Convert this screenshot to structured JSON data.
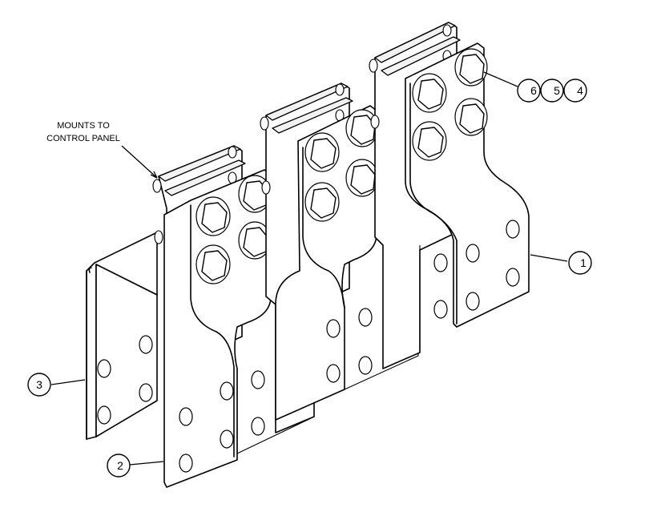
{
  "note": {
    "line1": "MOUNTS TO",
    "line2": "CONTROL PANEL"
  },
  "callouts": [
    {
      "id": "callout-1",
      "label": "1"
    },
    {
      "id": "callout-2",
      "label": "2"
    },
    {
      "id": "callout-3",
      "label": "3"
    },
    {
      "id": "callout-4",
      "label": "4"
    },
    {
      "id": "callout-5",
      "label": "5"
    },
    {
      "id": "callout-6",
      "label": "6"
    }
  ]
}
